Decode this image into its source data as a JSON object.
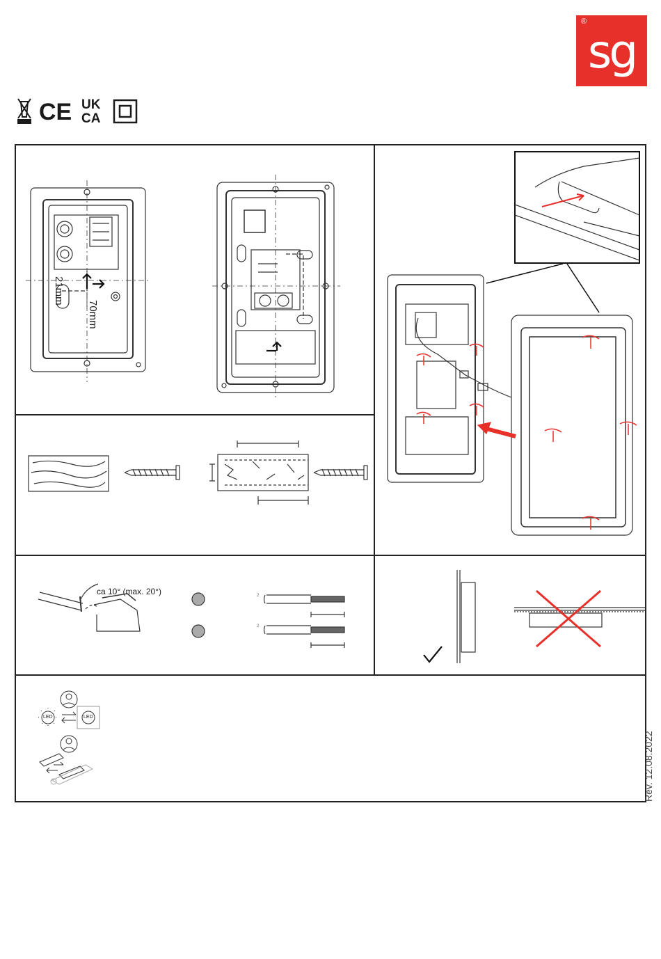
{
  "brand": {
    "registered": "®",
    "mark": "sg",
    "color": "#e8302a"
  },
  "certifications": [
    "weee-bin-icon",
    "ce-mark-icon",
    "ukca-mark-icon",
    "class-ii-icon"
  ],
  "ce_text": "CE",
  "ukca_text": [
    "UK",
    "CA"
  ],
  "step1": {
    "dim_vertical": "21mm",
    "dim_horizontal": "70mm"
  },
  "step4": {
    "angle_label": "ca 10° (max. 20°)",
    "mark_a": "2",
    "mark_b": "2"
  },
  "step5": {
    "led_a": "LED",
    "led_b": "LED"
  },
  "revision": "Rev. 12.08.2022"
}
